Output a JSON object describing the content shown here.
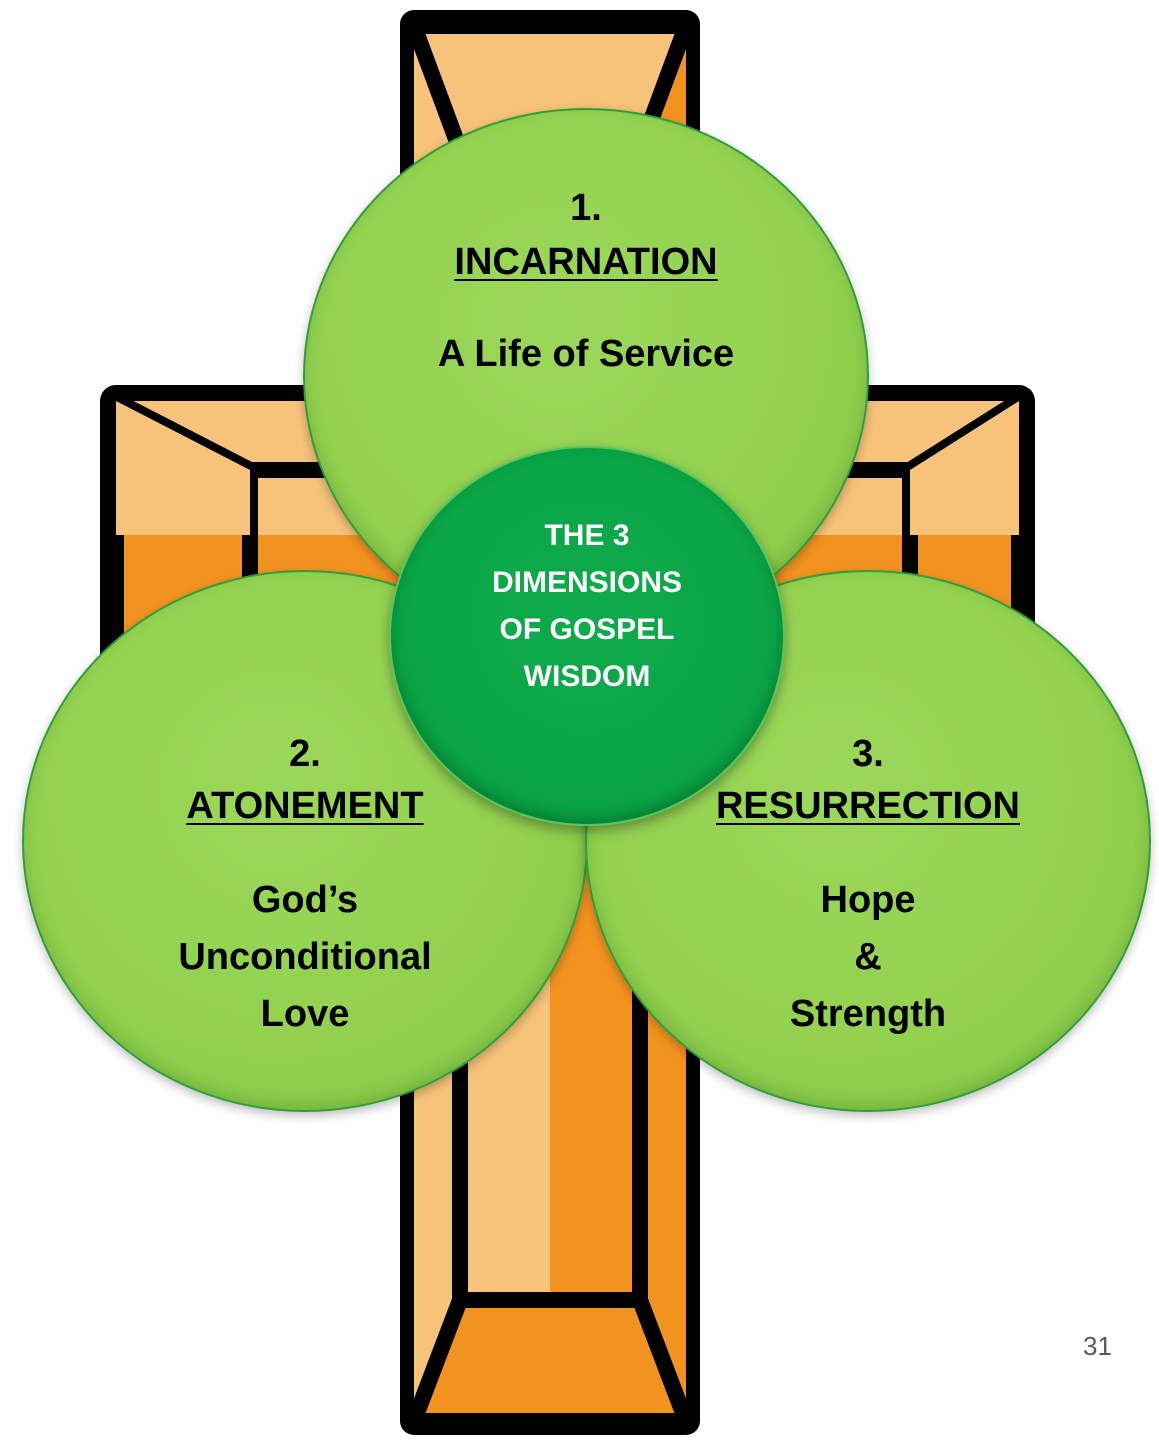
{
  "center": {
    "lines": [
      "THE 3",
      "DIMENSIONS",
      "OF GOSPEL",
      "WISDOM"
    ]
  },
  "dimensions": [
    {
      "number": "1.",
      "heading": "INCARNATION",
      "lines": [
        "A Life of Service"
      ]
    },
    {
      "number": "2.",
      "heading": "ATONEMENT",
      "lines": [
        "God’s",
        "Unconditional",
        "Love"
      ]
    },
    {
      "number": "3.",
      "heading": "RESURRECTION",
      "lines": [
        "Hope",
        "&",
        "Strength"
      ]
    }
  ],
  "page_number": "31",
  "colors": {
    "outer_circle_fill": "#93d14f",
    "center_circle_fill": "#0aa546",
    "cross_light": "#f7c27a",
    "cross_dark": "#f3931f",
    "cross_outline": "#000000"
  }
}
